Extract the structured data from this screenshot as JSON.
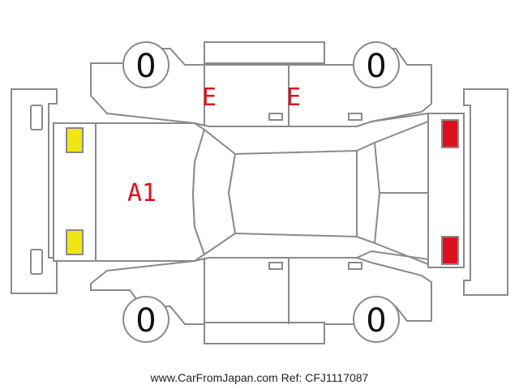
{
  "tyres": {
    "front_left": "0",
    "front_right": "0",
    "rear_left": "0",
    "rear_right": "0"
  },
  "damage_codes": {
    "hood": "A1",
    "front_door_upper": "E",
    "rear_door_upper": "E"
  },
  "colors": {
    "code_text": "#e0101e",
    "front_lamp": "#f0e614",
    "rear_lamp": "#dd1020",
    "outline": "#8a8a8a"
  },
  "footer": {
    "text": "www.CarFromJapan.com Ref: CFJ1117087"
  }
}
